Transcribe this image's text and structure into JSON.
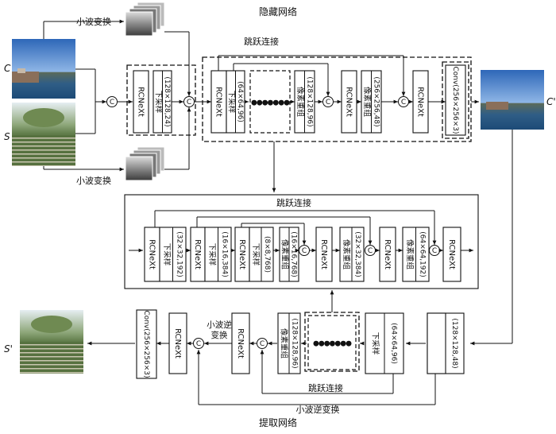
{
  "titles": {
    "hide_network": "隐藏网络",
    "extract_network": "提取网络"
  },
  "labels": {
    "cover": "C",
    "secret": "S",
    "stego": "C'",
    "recovered": "S'",
    "wavelet_top": "小波变换",
    "wavelet_bottom": "小波变换",
    "skip_top": "跳跃连接",
    "skip_mid": "跳跃连接",
    "skip_bottom": "跳跃连接",
    "iwt_bottom": "小波逆变换",
    "iwt_left_1": "小波逆",
    "iwt_left_2": "变换"
  },
  "blocks": {
    "rcnext": "RCNeXt",
    "down": "下采样",
    "pixel": "像素重组",
    "concat": "C",
    "dots": "●●●●●●●",
    "conv": "Conv(256×256×3)",
    "hide_down1": "(128×128,24)",
    "hide_down2": "(64×64,96)",
    "hide_pix1": "(128×128,96)",
    "hide_pix2": "(256×256,48)",
    "mid_down1": "(32×32,192)",
    "mid_down2": "(16×16,384)",
    "mid_down3": "(8×8,768)",
    "mid_pix1": "(16×16,768)",
    "mid_pix2": "(32×32,384)",
    "mid_pix3": "(64×64,192)",
    "ext_down1": "(128×128,48)",
    "ext_down2": "(64×64,96)",
    "ext_pix1": "(128×128,96)"
  }
}
